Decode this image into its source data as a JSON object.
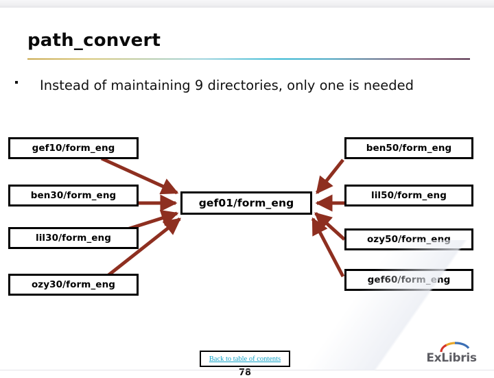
{
  "slide": {
    "title": "path_convert",
    "bullets": [
      "Instead of maintaining 9 directories, only one is needed"
    ]
  },
  "diagram": {
    "type": "convergence-flow",
    "center_node": {
      "label": "gef01/form_eng"
    },
    "left_nodes": [
      {
        "label": "gef10/form_eng"
      },
      {
        "label": "ben30/form_eng"
      },
      {
        "label": "lil30/form_eng"
      },
      {
        "label": "ozy30/form_eng"
      }
    ],
    "right_nodes": [
      {
        "label": "ben50/form_eng"
      },
      {
        "label": "lil50/form_eng"
      },
      {
        "label": "ozy50/form_eng"
      },
      {
        "label": "gef60/form_eng"
      }
    ],
    "arrow_color": "#8e2f20",
    "node_border_color": "#000000",
    "arrow_count": 8
  },
  "footer": {
    "toc_link_label": "Back to table of contents",
    "toc_link_color": "#12a3c8",
    "page_number": "78",
    "logo_text": "ExLibris"
  }
}
